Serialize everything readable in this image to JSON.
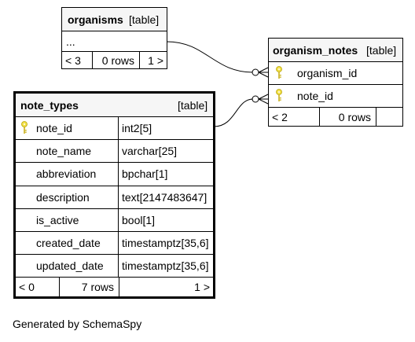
{
  "tables": {
    "organisms": {
      "name": "organisms",
      "kind": "[table]",
      "rows": [
        "..."
      ],
      "footer": {
        "parents": "< 3",
        "rows": "0 rows",
        "children": "1 >"
      }
    },
    "organism_notes": {
      "name": "organism_notes",
      "kind": "[table]",
      "columns": [
        {
          "name": "organism_id",
          "key": true
        },
        {
          "name": "note_id",
          "key": true
        }
      ],
      "footer": {
        "parents": "< 2",
        "rows": "0 rows",
        "children": ""
      }
    },
    "note_types": {
      "name": "note_types",
      "kind": "[table]",
      "columns": [
        {
          "name": "note_id",
          "type": "int2[5]",
          "key": true
        },
        {
          "name": "note_name",
          "type": "varchar[25]",
          "key": false
        },
        {
          "name": "abbreviation",
          "type": "bpchar[1]",
          "key": false
        },
        {
          "name": "description",
          "type": "text[2147483647]",
          "key": false
        },
        {
          "name": "is_active",
          "type": "bool[1]",
          "key": false
        },
        {
          "name": "created_date",
          "type": "timestamptz[35,6]",
          "key": false
        },
        {
          "name": "updated_date",
          "type": "timestamptz[35,6]",
          "key": false
        }
      ],
      "footer": {
        "parents": "< 0",
        "rows": "7 rows",
        "children": "1 >"
      }
    }
  },
  "relationships": [
    {
      "from": "organisms",
      "to": "organism_notes.organism_id"
    },
    {
      "from": "note_types.note_id",
      "to": "organism_notes.note_id"
    }
  ],
  "footer_note": "Generated by SchemaSpy",
  "colors": {
    "header_bg": "#f6f6f6",
    "key_icon": "#f1e04a",
    "line": "#000000"
  }
}
